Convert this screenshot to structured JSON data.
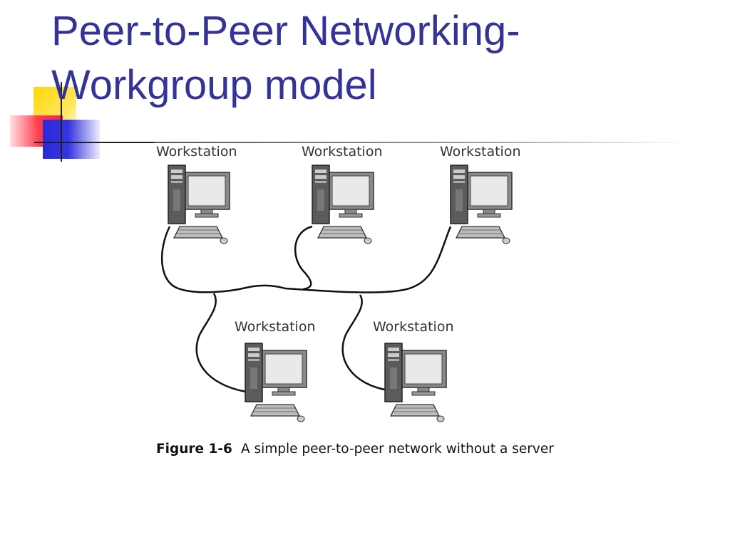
{
  "slide": {
    "title_line1": "Peer-to-Peer Networking-",
    "title_line2": "Workgroup model"
  },
  "diagram": {
    "workstations": [
      {
        "label": "Workstation"
      },
      {
        "label": "Workstation"
      },
      {
        "label": "Workstation"
      },
      {
        "label": "Workstation"
      },
      {
        "label": "Workstation"
      }
    ],
    "figure_number": "Figure 1-6",
    "figure_caption": "A simple peer-to-peer network without a server",
    "icon": "desktop-computer-icon"
  }
}
